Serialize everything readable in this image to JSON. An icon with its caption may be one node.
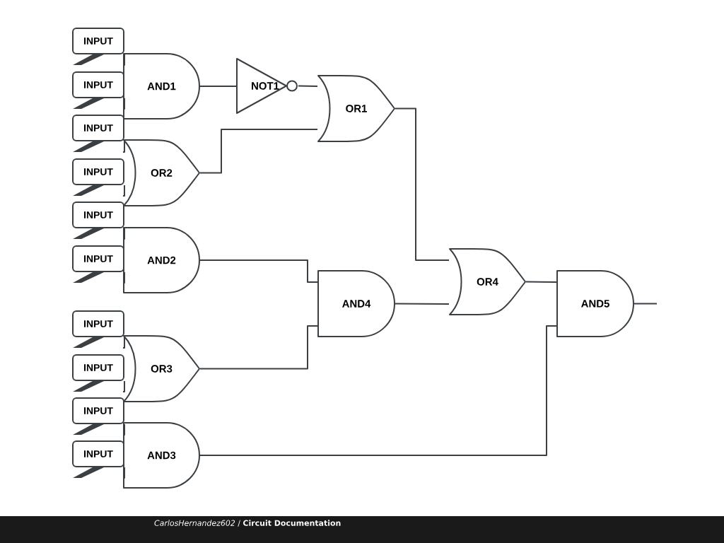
{
  "diagram": {
    "nodes": [
      {
        "text": [
          "INPUT"
        ]
      },
      {
        "text": [
          "INPUT"
        ]
      },
      {
        "text": [
          "INPUT"
        ]
      },
      {
        "text": [
          "INPUT"
        ]
      },
      {
        "text": [
          "INPUT"
        ]
      },
      {
        "text": [
          "INPUT"
        ]
      },
      {
        "text": [
          "INPUT"
        ]
      },
      {
        "text": [
          "INPUT"
        ]
      },
      {
        "text": [
          "INPUT"
        ]
      },
      {
        "text": [
          "INPUT"
        ]
      },
      {
        "text": [
          "AND1"
        ]
      },
      {
        "text": [
          "NOT1"
        ]
      },
      {
        "text": [
          "OR1"
        ]
      },
      {
        "text": [
          "OR2"
        ]
      },
      {
        "text": [
          "AND2"
        ]
      },
      {
        "text": [
          "AND4"
        ]
      },
      {
        "text": [
          "OR3"
        ]
      },
      {
        "text": [
          "AND3"
        ]
      },
      {
        "text": [
          "OR4"
        ]
      },
      {
        "text": [
          "AND5"
        ]
      }
    ],
    "edges": [
      {
        "from": 0,
        "to": 10,
        "arrow": "none"
      },
      {
        "from": 1,
        "to": 10,
        "arrow": "none"
      },
      {
        "from": 2,
        "to": 13,
        "arrow": "none"
      },
      {
        "from": 3,
        "to": 13,
        "arrow": "none"
      },
      {
        "from": 4,
        "to": 14,
        "arrow": "none"
      },
      {
        "from": 5,
        "to": 14,
        "arrow": "none"
      },
      {
        "from": 6,
        "to": 16,
        "arrow": "none"
      },
      {
        "from": 7,
        "to": 16,
        "arrow": "none"
      },
      {
        "from": 8,
        "to": 17,
        "arrow": "none"
      },
      {
        "from": 9,
        "to": 17,
        "arrow": "none"
      },
      {
        "from": 10,
        "to": 11,
        "arrow": "none"
      },
      {
        "from": 11,
        "to": 12,
        "arrow": "none"
      },
      {
        "from": 13,
        "to": 12,
        "arrow": "none"
      },
      {
        "from": 14,
        "to": 15,
        "arrow": "none"
      },
      {
        "from": 16,
        "to": 15,
        "arrow": "none"
      },
      {
        "from": 12,
        "to": 18,
        "arrow": "none"
      },
      {
        "from": 15,
        "to": 18,
        "arrow": "none"
      },
      {
        "from": 18,
        "to": 19,
        "arrow": "none"
      },
      {
        "from": 17,
        "to": 19,
        "arrow": "none"
      },
      {
        "from": 19,
        "to": null,
        "arrow": "none"
      }
    ],
    "labels": [
      "*CarlosHernandez602* / **Circuit Documentation**"
    ]
  }
}
